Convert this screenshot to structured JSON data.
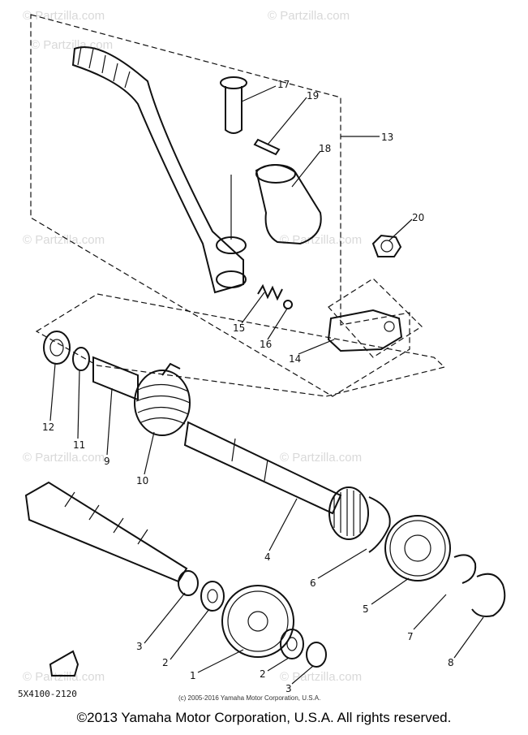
{
  "watermark": "© Partzilla.com",
  "part_labels": [
    {
      "id": "1",
      "text": "1"
    },
    {
      "id": "2a",
      "text": "2"
    },
    {
      "id": "2b",
      "text": "2"
    },
    {
      "id": "3a",
      "text": "3"
    },
    {
      "id": "3b",
      "text": "3"
    },
    {
      "id": "4",
      "text": "4"
    },
    {
      "id": "5",
      "text": "5"
    },
    {
      "id": "6",
      "text": "6"
    },
    {
      "id": "7",
      "text": "7"
    },
    {
      "id": "8",
      "text": "8"
    },
    {
      "id": "9",
      "text": "9"
    },
    {
      "id": "10",
      "text": "10"
    },
    {
      "id": "11",
      "text": "11"
    },
    {
      "id": "12",
      "text": "12"
    },
    {
      "id": "13",
      "text": "13"
    },
    {
      "id": "14",
      "text": "14"
    },
    {
      "id": "15",
      "text": "15"
    },
    {
      "id": "16",
      "text": "16"
    },
    {
      "id": "17",
      "text": "17"
    },
    {
      "id": "18",
      "text": "18"
    },
    {
      "id": "19",
      "text": "19"
    },
    {
      "id": "20",
      "text": "20"
    }
  ],
  "diagram_code": "5X4100-2120",
  "inner_copyright": "(c) 2005-2016 Yamaha Motor Corporation, U.S.A.",
  "footer_copyright": "©2013 Yamaha Motor Corporation, U.S.A. All rights reserved."
}
